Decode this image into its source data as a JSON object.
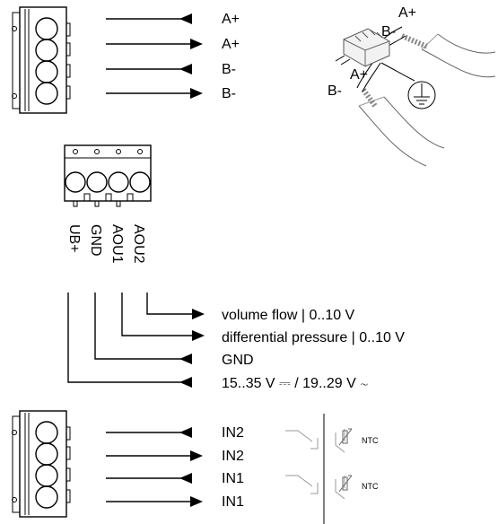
{
  "top_terminal": {
    "signals": [
      "A+",
      "A+",
      "B-",
      "B-"
    ],
    "cable_labels": [
      "A+",
      "B-",
      "A+",
      "B-"
    ]
  },
  "center_terminal": {
    "pins": [
      "UB+",
      "GND",
      "AOU1",
      "AOU2"
    ]
  },
  "outputs": {
    "labels": [
      "volume flow | 0..10 V",
      "differential pressure | 0..10 V",
      "GND",
      "15..35 V ⎓ / 19..29 V ∼"
    ]
  },
  "bottom_terminal": {
    "signals": [
      "IN2",
      "IN2",
      "IN1",
      "IN1"
    ],
    "sensor_labels": [
      "NTC",
      "NTC"
    ]
  },
  "icons": [
    "terminal-block-icon",
    "ground-icon",
    "switch-icon",
    "thermistor-icon"
  ]
}
